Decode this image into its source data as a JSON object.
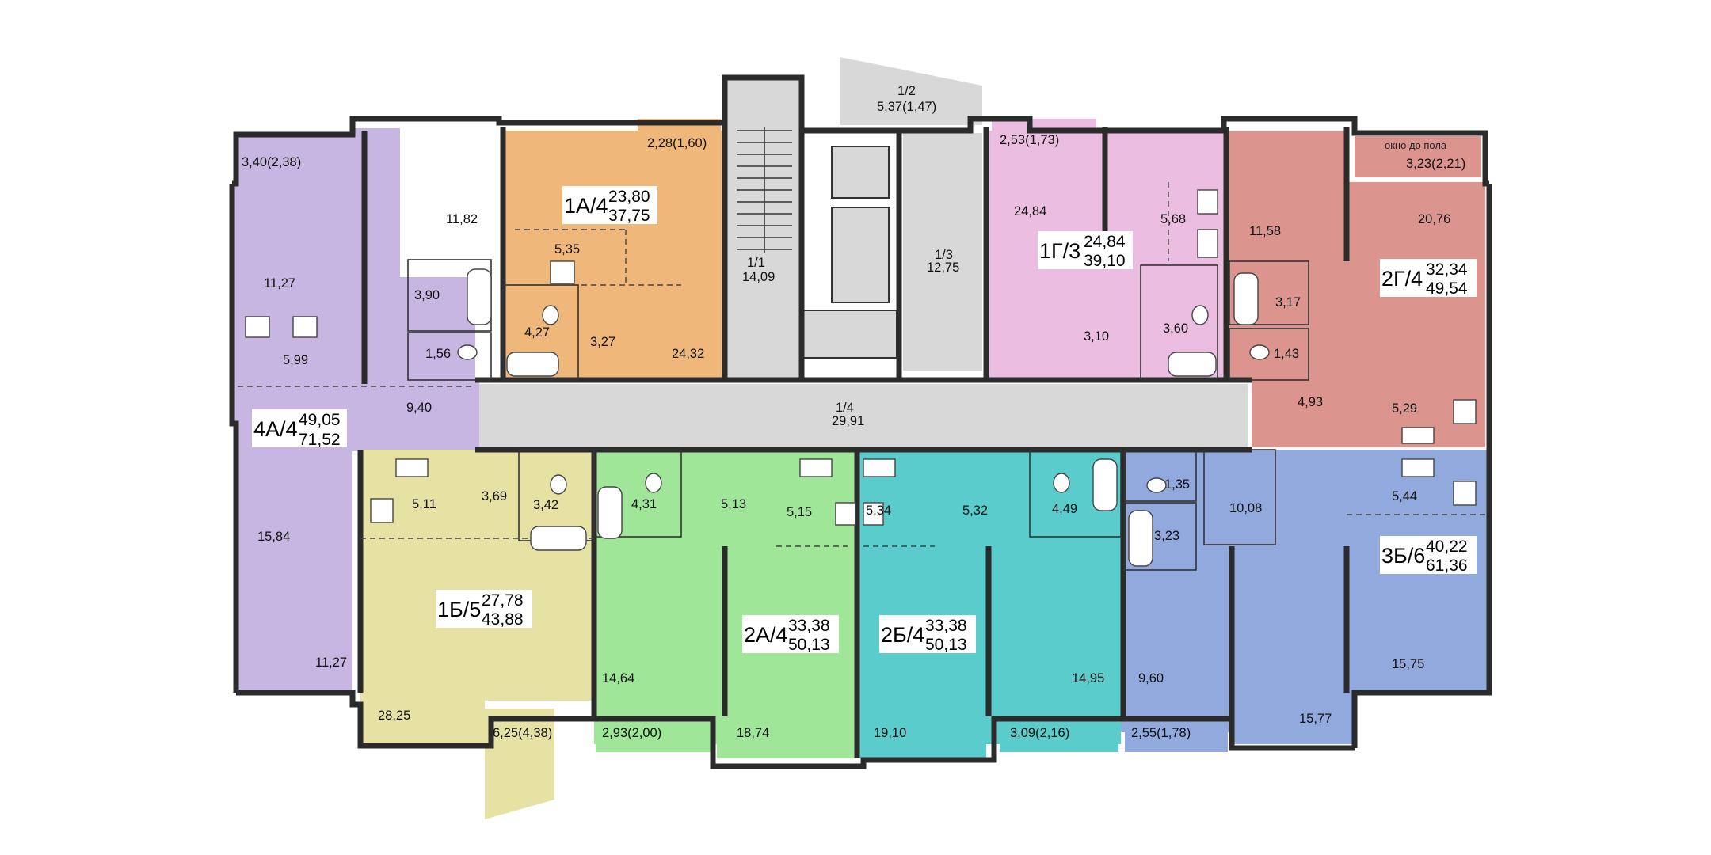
{
  "colors": {
    "apt_4a": "#c7b6e2",
    "apt_1a": "#f0b77a",
    "apt_1g": "#ebbde0",
    "apt_2g": "#dc948f",
    "apt_1b": "#e6e2a4",
    "apt_2a": "#9fe699",
    "apt_2b": "#59cccb",
    "apt_3b": "#92a9dd",
    "common": "#d8d8d8",
    "wall": "#2b2b2b"
  },
  "apartments": {
    "a4a": {
      "name": "4А/4",
      "living": "49,05",
      "total": "71,52"
    },
    "a1a": {
      "name": "1А/4",
      "living": "23,80",
      "total": "37,75"
    },
    "a1g": {
      "name": "1Г/3",
      "living": "24,84",
      "total": "39,10"
    },
    "a2g": {
      "name": "2Г/4",
      "living": "32,34",
      "total": "49,54"
    },
    "a1b": {
      "name": "1Б/5",
      "living": "27,78",
      "total": "43,88"
    },
    "a2a": {
      "name": "2А/4",
      "living": "33,38",
      "total": "50,13"
    },
    "a2b": {
      "name": "2Б/4",
      "living": "33,38",
      "total": "50,13"
    },
    "a3b": {
      "name": "3Б/6",
      "living": "40,22",
      "total": "61,36"
    }
  },
  "common_areas": {
    "c11": {
      "name": "1/1",
      "area": "14,09"
    },
    "c12": {
      "name": "1/2",
      "area": "5,37(1,47)"
    },
    "c13": {
      "name": "1/3",
      "area": "12,75"
    },
    "c14": {
      "name": "1/4",
      "area": "29,91"
    }
  },
  "rooms": {
    "r_340": "3,40(2,38)",
    "r_1182": "11,82",
    "r_1127a": "11,27",
    "r_390": "3,90",
    "r_156": "1,56",
    "r_599": "5,99",
    "r_940": "9,40",
    "r_1584": "15,84",
    "r_1127b": "11,27",
    "r_228": "2,28(1,60)",
    "r_535": "5,35",
    "r_427": "4,27",
    "r_327": "3,27",
    "r_2432": "24,32",
    "r_253": "2,53(1,73)",
    "r_2484": "24,84",
    "r_568": "5,68",
    "r_310": "3,10",
    "r_360": "3,60",
    "r_1158": "11,58",
    "r_2076": "20,76",
    "r_323": "3,23(2,21)",
    "r_317": "3,17",
    "r_143": "1,43",
    "r_493": "4,93",
    "r_529": "5,29",
    "r_511": "5,11",
    "r_369": "3,69",
    "r_342": "3,42",
    "r_2825": "28,25",
    "r_625": "6,25(4,38)",
    "r_431": "4,31",
    "r_513": "5,13",
    "r_515": "5,15",
    "r_1464": "14,64",
    "r_293": "2,93(2,00)",
    "r_1874": "18,74",
    "r_534": "5,34",
    "r_532": "5,32",
    "r_449": "4,49",
    "r_1910": "19,10",
    "r_1495": "14,95",
    "r_309": "3,09(2,16)",
    "r_135": "1,35",
    "r_1008": "10,08",
    "r_544": "5,44",
    "r_3233": "3,23",
    "r_960": "9,60",
    "r_1575": "15,75",
    "r_1577": "15,77",
    "r_255": "2,55(1,78)"
  },
  "notes": {
    "window_note": "окно до пола"
  }
}
